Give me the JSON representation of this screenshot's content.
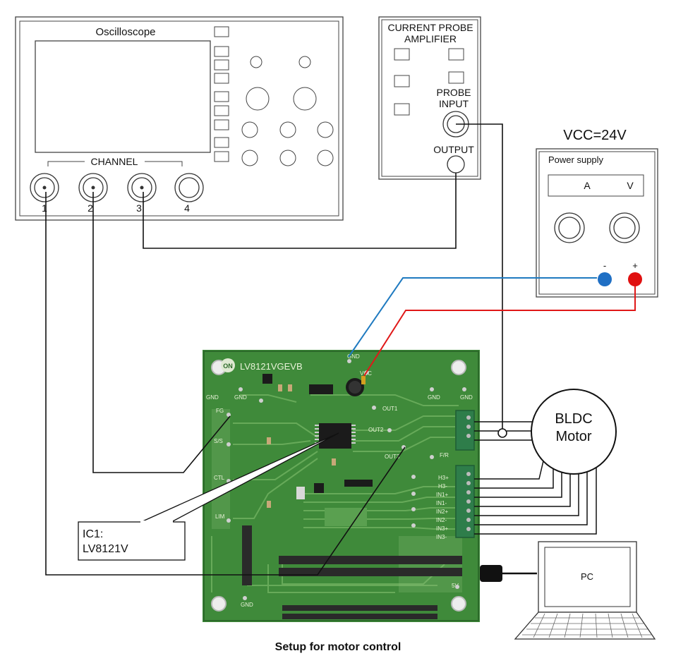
{
  "oscilloscope": {
    "title": "Oscilloscope",
    "channel_group_label": "CHANNEL",
    "channels": [
      "1",
      "2",
      "3",
      "4"
    ]
  },
  "probe_amplifier": {
    "title_line1": "CURRENT PROBE",
    "title_line2": "AMPLIFIER",
    "input_line1": "PROBE",
    "input_line2": "INPUT",
    "output_label": "OUTPUT"
  },
  "power_supply": {
    "vcc_label": "VCC=24V",
    "title": "Power supply",
    "meter_a": "A",
    "meter_v": "V",
    "neg_symbol": "-",
    "pos_symbol": "+"
  },
  "board": {
    "name": "LV8121VGEVB",
    "logo": "ON",
    "labels": {
      "gnd_top": "GND",
      "gnd_left": "GND",
      "gnd_left2": "GND",
      "gnd_right": "GND",
      "gnd_right2": "GND",
      "gnd_bottom": "GND",
      "vcc": "VCC",
      "fg": "FG",
      "ss": "S/S",
      "ctl": "CTL",
      "lim": "LIM",
      "out1": "OUT1",
      "out2": "OUT2",
      "out3": "OUT3",
      "fr": "F/R",
      "h1": "H3+",
      "h2": "H3-",
      "in1p": "IN1+",
      "in1n": "IN1-",
      "in2p": "IN2+",
      "in2n": "IN2-",
      "in3p": "IN3+",
      "in3n": "IN3-",
      "fivev": "5V"
    }
  },
  "motor": {
    "line1": "BLDC",
    "line2": "Motor"
  },
  "callout": {
    "line1": "IC1:",
    "line2": "LV8121V"
  },
  "pc": {
    "label": "PC"
  },
  "caption": "Setup for motor control",
  "colors": {
    "pcb": "#3f8a3a",
    "wire_blue": "#1f7ac0",
    "wire_red": "#e01818",
    "terminal_blue": "#1f6fc4",
    "terminal_red": "#e01010"
  }
}
